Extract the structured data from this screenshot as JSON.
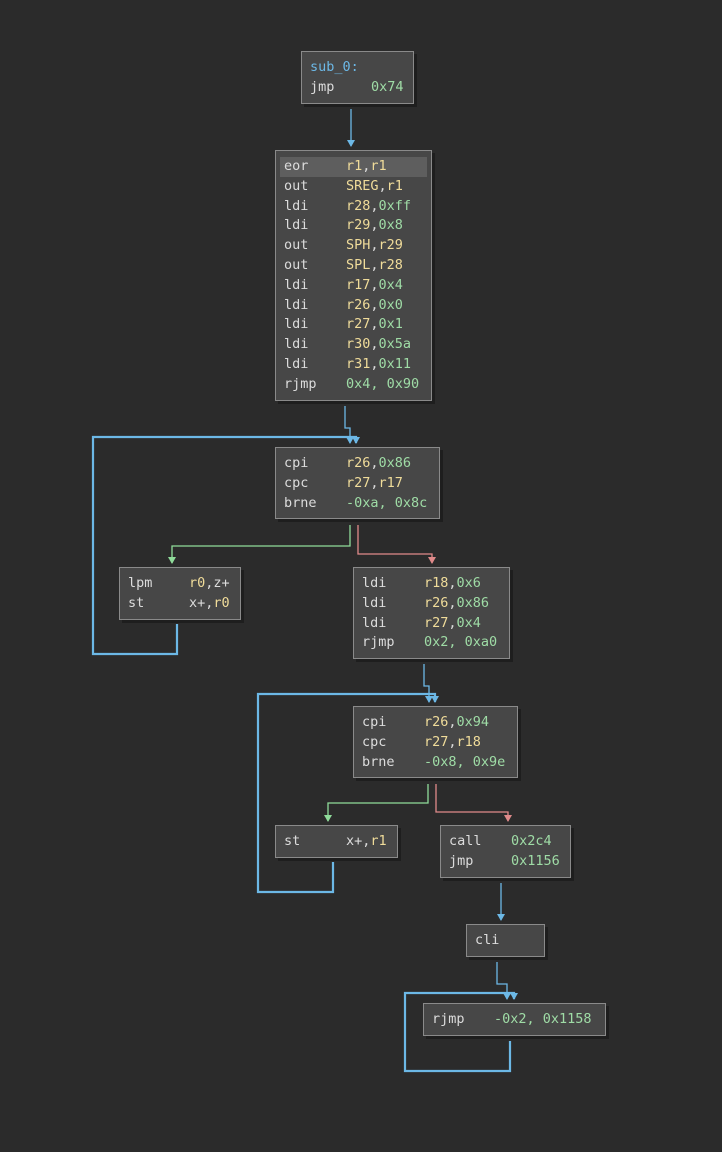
{
  "blocks": [
    {
      "id": "b0",
      "lines": [
        {
          "label": "sub_0:"
        },
        {
          "mn": "jmp",
          "ops": [
            {
              "t": "0x74",
              "k": "num"
            }
          ]
        }
      ]
    },
    {
      "id": "b1",
      "lines": [
        {
          "mn": "eor",
          "ops": [
            {
              "t": "r1",
              "k": "reg"
            },
            {
              "t": ",",
              "k": "plain"
            },
            {
              "t": "r1",
              "k": "reg"
            }
          ],
          "hl": true
        },
        {
          "mn": "out",
          "ops": [
            {
              "t": "SREG",
              "k": "reg"
            },
            {
              "t": ",",
              "k": "plain"
            },
            {
              "t": "r1",
              "k": "reg"
            }
          ]
        },
        {
          "mn": "ldi",
          "ops": [
            {
              "t": "r28",
              "k": "reg"
            },
            {
              "t": ",",
              "k": "plain"
            },
            {
              "t": "0xff",
              "k": "num"
            }
          ]
        },
        {
          "mn": "ldi",
          "ops": [
            {
              "t": "r29",
              "k": "reg"
            },
            {
              "t": ",",
              "k": "plain"
            },
            {
              "t": "0x8",
              "k": "num"
            }
          ]
        },
        {
          "mn": "out",
          "ops": [
            {
              "t": "SPH",
              "k": "reg"
            },
            {
              "t": ",",
              "k": "plain"
            },
            {
              "t": "r29",
              "k": "reg"
            }
          ]
        },
        {
          "mn": "out",
          "ops": [
            {
              "t": "SPL",
              "k": "reg"
            },
            {
              "t": ",",
              "k": "plain"
            },
            {
              "t": "r28",
              "k": "reg"
            }
          ]
        },
        {
          "mn": "ldi",
          "ops": [
            {
              "t": "r17",
              "k": "reg"
            },
            {
              "t": ",",
              "k": "plain"
            },
            {
              "t": "0x4",
              "k": "num"
            }
          ]
        },
        {
          "mn": "ldi",
          "ops": [
            {
              "t": "r26",
              "k": "reg"
            },
            {
              "t": ",",
              "k": "plain"
            },
            {
              "t": "0x0",
              "k": "num"
            }
          ]
        },
        {
          "mn": "ldi",
          "ops": [
            {
              "t": "r27",
              "k": "reg"
            },
            {
              "t": ",",
              "k": "plain"
            },
            {
              "t": "0x1",
              "k": "num"
            }
          ]
        },
        {
          "mn": "ldi",
          "ops": [
            {
              "t": "r30",
              "k": "reg"
            },
            {
              "t": ",",
              "k": "plain"
            },
            {
              "t": "0x5a",
              "k": "num"
            }
          ]
        },
        {
          "mn": "ldi",
          "ops": [
            {
              "t": "r31",
              "k": "reg"
            },
            {
              "t": ",",
              "k": "plain"
            },
            {
              "t": "0x11",
              "k": "num"
            }
          ]
        },
        {
          "mn": "rjmp",
          "ops": [
            {
              "t": "0x4, 0x90",
              "k": "num"
            }
          ]
        }
      ]
    },
    {
      "id": "b2",
      "lines": [
        {
          "mn": "cpi",
          "ops": [
            {
              "t": "r26",
              "k": "reg"
            },
            {
              "t": ",",
              "k": "plain"
            },
            {
              "t": "0x86",
              "k": "num"
            }
          ]
        },
        {
          "mn": "cpc",
          "ops": [
            {
              "t": "r27",
              "k": "reg"
            },
            {
              "t": ",",
              "k": "plain"
            },
            {
              "t": "r17",
              "k": "reg"
            }
          ]
        },
        {
          "mn": "brne",
          "ops": [
            {
              "t": "-0xa, 0x8c",
              "k": "num"
            }
          ]
        }
      ]
    },
    {
      "id": "b3",
      "lines": [
        {
          "mn": "lpm",
          "ops": [
            {
              "t": "r0",
              "k": "reg"
            },
            {
              "t": ",z+",
              "k": "plain"
            }
          ]
        },
        {
          "mn": "st",
          "ops": [
            {
              "t": "x+,",
              "k": "plain"
            },
            {
              "t": "r0",
              "k": "reg"
            }
          ]
        }
      ]
    },
    {
      "id": "b4",
      "lines": [
        {
          "mn": "ldi",
          "ops": [
            {
              "t": "r18",
              "k": "reg"
            },
            {
              "t": ",",
              "k": "plain"
            },
            {
              "t": "0x6",
              "k": "num"
            }
          ]
        },
        {
          "mn": "ldi",
          "ops": [
            {
              "t": "r26",
              "k": "reg"
            },
            {
              "t": ",",
              "k": "plain"
            },
            {
              "t": "0x86",
              "k": "num"
            }
          ]
        },
        {
          "mn": "ldi",
          "ops": [
            {
              "t": "r27",
              "k": "reg"
            },
            {
              "t": ",",
              "k": "plain"
            },
            {
              "t": "0x4",
              "k": "num"
            }
          ]
        },
        {
          "mn": "rjmp",
          "ops": [
            {
              "t": "0x2, 0xa0",
              "k": "num"
            }
          ]
        }
      ]
    },
    {
      "id": "b5",
      "lines": [
        {
          "mn": "cpi",
          "ops": [
            {
              "t": "r26",
              "k": "reg"
            },
            {
              "t": ",",
              "k": "plain"
            },
            {
              "t": "0x94",
              "k": "num"
            }
          ]
        },
        {
          "mn": "cpc",
          "ops": [
            {
              "t": "r27",
              "k": "reg"
            },
            {
              "t": ",",
              "k": "plain"
            },
            {
              "t": "r18",
              "k": "reg"
            }
          ]
        },
        {
          "mn": "brne",
          "ops": [
            {
              "t": "-0x8, 0x9e",
              "k": "num"
            }
          ]
        }
      ]
    },
    {
      "id": "b6",
      "lines": [
        {
          "mn": "st",
          "ops": [
            {
              "t": "x+,",
              "k": "plain"
            },
            {
              "t": "r1",
              "k": "reg"
            }
          ]
        }
      ]
    },
    {
      "id": "b7",
      "lines": [
        {
          "mn": "call",
          "ops": [
            {
              "t": "0x2c4",
              "k": "num"
            }
          ]
        },
        {
          "mn": "jmp",
          "ops": [
            {
              "t": "0x1156",
              "k": "num"
            }
          ]
        }
      ]
    },
    {
      "id": "b8",
      "lines": [
        {
          "mn": "cli",
          "ops": []
        }
      ]
    },
    {
      "id": "b9",
      "lines": [
        {
          "mn": "rjmp",
          "ops": [
            {
              "t": "-0x2, 0x1158",
              "k": "num"
            }
          ]
        }
      ]
    }
  ],
  "edges": [
    {
      "id": "e0",
      "from": "b0",
      "to": "b1",
      "kind": "unconditional"
    },
    {
      "id": "e1",
      "from": "b1",
      "to": "b2",
      "kind": "unconditional"
    },
    {
      "id": "e2",
      "from": "b2",
      "to": "b3",
      "kind": "true"
    },
    {
      "id": "e3",
      "from": "b2",
      "to": "b4",
      "kind": "false"
    },
    {
      "id": "e4",
      "from": "b3",
      "to": "b2",
      "kind": "loop"
    },
    {
      "id": "e5",
      "from": "b4",
      "to": "b5",
      "kind": "unconditional"
    },
    {
      "id": "e6",
      "from": "b5",
      "to": "b6",
      "kind": "true"
    },
    {
      "id": "e7",
      "from": "b5",
      "to": "b7",
      "kind": "false"
    },
    {
      "id": "e8",
      "from": "b6",
      "to": "b5",
      "kind": "loop"
    },
    {
      "id": "e9",
      "from": "b7",
      "to": "b8",
      "kind": "unconditional"
    },
    {
      "id": "e10",
      "from": "b8",
      "to": "b9",
      "kind": "unconditional"
    },
    {
      "id": "e11",
      "from": "b9",
      "to": "b9",
      "kind": "loop"
    }
  ],
  "colors": {
    "background": "#2b2b2b",
    "block_fill": "#474747",
    "block_border": "#8a8a8a",
    "highlight": "#5e5e5e",
    "label": "#6cb8e6",
    "register": "#f0dc9a",
    "number": "#9fdca6",
    "text": "#dcdcdc",
    "edge_unconditional": "#6cb8e6",
    "edge_true": "#8fdc9a",
    "edge_false": "#e08a8a"
  }
}
